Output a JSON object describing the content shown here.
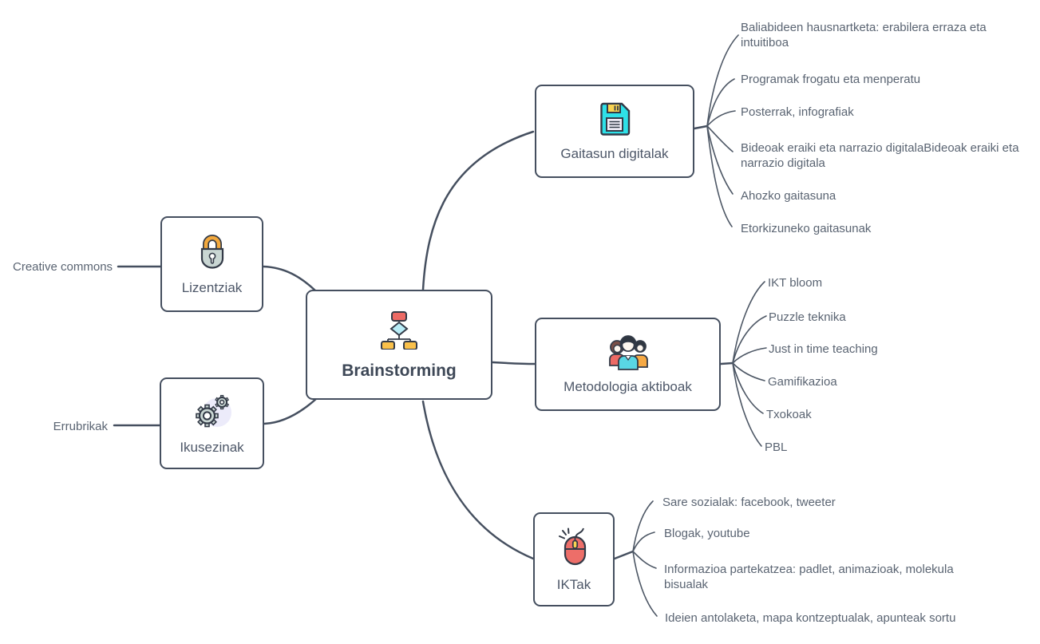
{
  "root": {
    "label": "Brainstorming",
    "icon": "flowchart-icon"
  },
  "branches": {
    "gaitasun": {
      "label": "Gaitasun digitalak",
      "icon": "floppy-disk-icon",
      "leaves": [
        "Baliabideen hausnartketa: erabilera erraza eta intuitiboa",
        "Programak frogatu eta menperatu",
        "Posterrak, infografiak",
        "Bideoak eraiki eta narrazio digitalaBideoak eraiki eta narrazio digitala",
        "Ahozko gaitasuna",
        "Etorkizuneko gaitasunak"
      ]
    },
    "metodologia": {
      "label": "Metodologia aktiboak",
      "icon": "people-icon",
      "leaves": [
        "IKT bloom",
        "Puzzle teknika",
        "Just in time teaching",
        "Gamifikazioa",
        "Txokoak",
        "PBL"
      ]
    },
    "iktak": {
      "label": "IKTak",
      "icon": "mouse-icon",
      "leaves": [
        "Sare sozialak: facebook, tweeter",
        "Blogak, youtube",
        "Informazioa partekatzea: padlet, animazioak, molekula bisualak",
        "Ideien antolaketa, mapa kontzeptualak, apunteak sortu"
      ]
    },
    "lizentziak": {
      "label": "Lizentziak",
      "icon": "padlock-icon",
      "leaves": [
        "Creative commons"
      ]
    },
    "ikusezinak": {
      "label": "Ikusezinak",
      "icon": "gears-icon",
      "leaves": [
        "Errubrikak"
      ]
    }
  },
  "colors": {
    "wire": "#454f5f",
    "leaf_wire": "#4d5765",
    "text": "#5a6472",
    "node_border": "#454f5f",
    "icon_outline": "#333a47",
    "red": "#ed6a65",
    "cyan": "#2ee1e8",
    "light_cyan": "#b8ecf7",
    "yellow": "#f8d352",
    "orange": "#f6a944",
    "gray_green": "#c9d6d3",
    "lavender": "#ecebfa"
  }
}
